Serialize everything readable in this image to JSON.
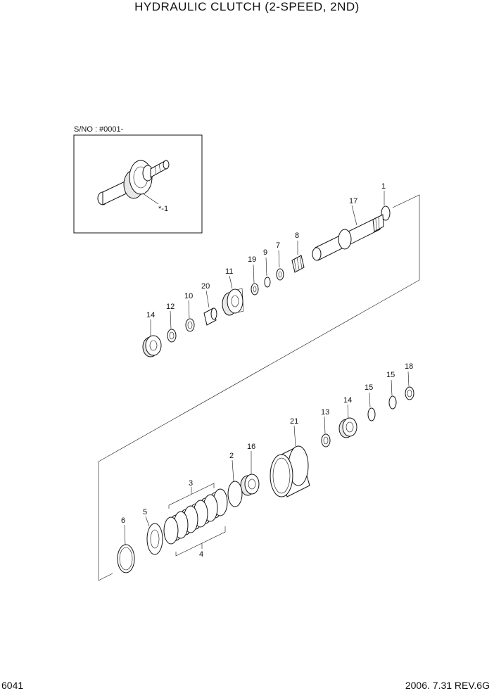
{
  "header": {
    "title": "HYDRAULIC CLUTCH (2-SPEED, 2ND)"
  },
  "inset": {
    "serial_label": "S/NO : #0001-",
    "callout": "*-1"
  },
  "callouts": {
    "p1": "1",
    "p17": "17",
    "p8": "8",
    "p7": "7",
    "p9": "9",
    "p19": "19",
    "p11": "11",
    "p20": "20",
    "p10": "10",
    "p12": "12",
    "p14a": "14",
    "p18": "18",
    "p15a": "15",
    "p15b": "15",
    "p14b": "14",
    "p13": "13",
    "p21": "21",
    "p16": "16",
    "p2": "2",
    "p3": "3",
    "p4": "4",
    "p5": "5",
    "p6": "6"
  },
  "footer": {
    "page_number": "6041",
    "revision": "2006. 7.31 REV.6G"
  }
}
